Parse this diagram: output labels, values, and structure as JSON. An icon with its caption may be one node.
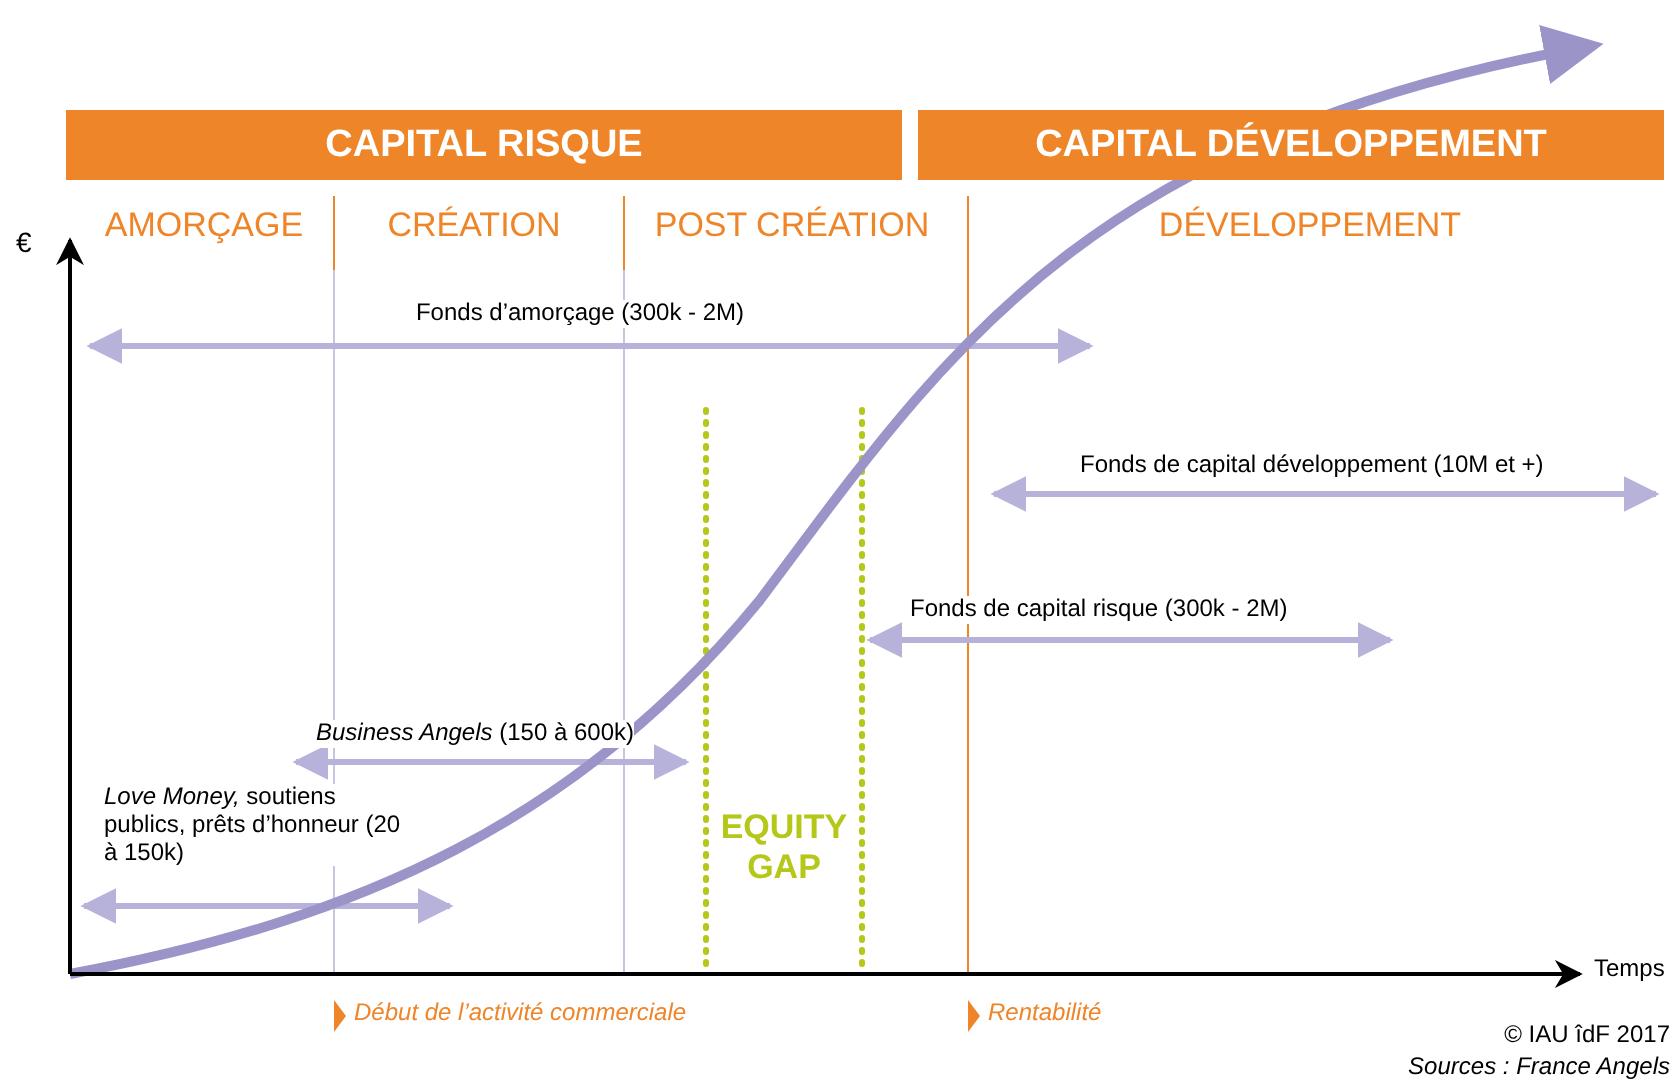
{
  "diagram": {
    "nodes": [
      {
        "text": [
          "CAPITAL RISQUE"
        ]
      },
      {
        "text": [
          "CAPITAL DÉVELOPPEMENT"
        ]
      }
    ],
    "labels": [
      "AMORÇAGE",
      "CRÉATION",
      "POST CRÉATION",
      "DÉVELOPPEMENT",
      "€",
      "Fonds d’amorçage (300k - 2M)",
      "Fonds de capital développement (10M et +)",
      "Fonds de capital risque (300k - 2M)",
      "*Business Angels* (150 à 600k)",
      "*Love Money,* soutiens publics, prêts d’honneur (20 à 150k)",
      "EQUITY GAP",
      "Temps",
      "Début de l’activité commerciale",
      "Rentabilité",
      "© IAU îdF 2017",
      "Sources : France Angels"
    ]
  }
}
